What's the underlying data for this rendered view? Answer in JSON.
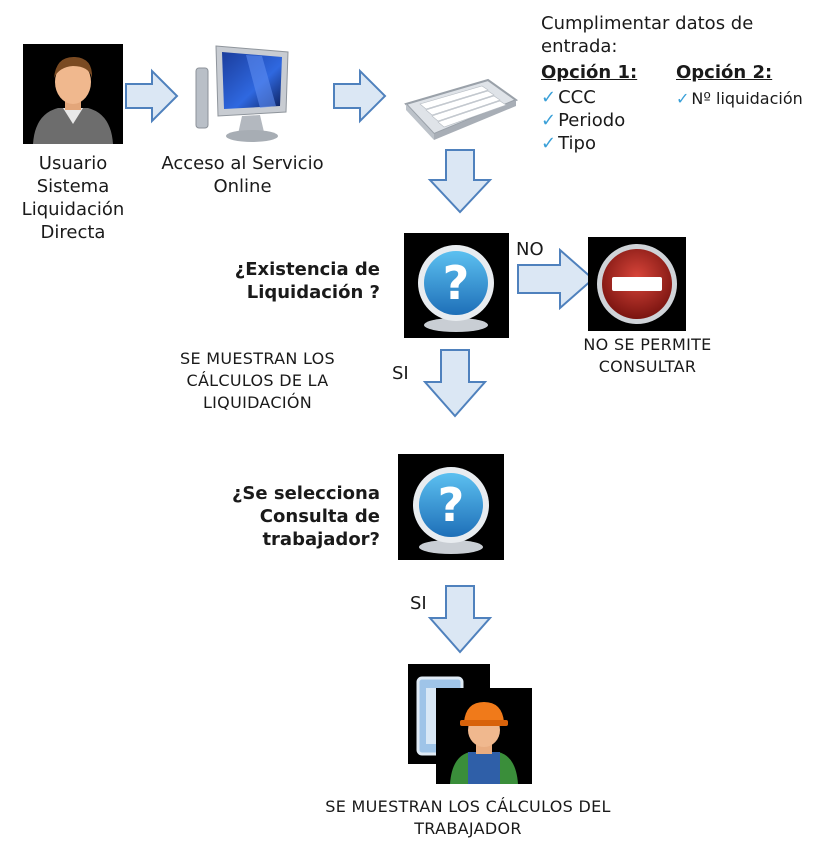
{
  "nodes": {
    "user": {
      "label": [
        "Usuario",
        "Sistema",
        "Liquidación",
        "Directa"
      ],
      "icon": "user-icon"
    },
    "access": {
      "label": [
        "Acceso al Servicio",
        "Online"
      ],
      "icon": "computer-icon"
    },
    "input": {
      "icon": "keyboard-icon",
      "title": [
        "Cumplimentar datos de",
        "entrada:"
      ],
      "option1": {
        "heading": "Opción 1:",
        "items": [
          "CCC",
          "Periodo",
          "Tipo"
        ]
      },
      "option2": {
        "heading": "Opción 2:",
        "items": [
          "Nº liquidación"
        ]
      }
    },
    "decision1": {
      "question": [
        "¿Existencia de",
        "Liquidación ?"
      ],
      "icon": "question-icon"
    },
    "deny": {
      "label": [
        "NO SE PERMITE",
        "CONSULTAR"
      ],
      "icon": "no-entry-icon"
    },
    "result1": {
      "label": [
        "SE MUESTRAN LOS",
        "CÁLCULOS DE LA",
        "LIQUIDACIÓN"
      ]
    },
    "decision2": {
      "question": [
        "¿Se selecciona",
        "Consulta de",
        "trabajador?"
      ],
      "icon": "question-icon"
    },
    "result2": {
      "label": [
        "SE MUESTRAN LOS CÁLCULOS DEL",
        "TRABAJADOR"
      ],
      "icon": "worker-icon"
    }
  },
  "edges": {
    "no_label": "NO",
    "si_label_1": "SI",
    "si_label_2": "SI"
  },
  "colors": {
    "arrow_fill": "#dbe7f4",
    "arrow_stroke": "#4f81bd",
    "check": "#3aa0d8",
    "question_blue": "#2a8fd0",
    "stop_red": "#b3261e"
  }
}
